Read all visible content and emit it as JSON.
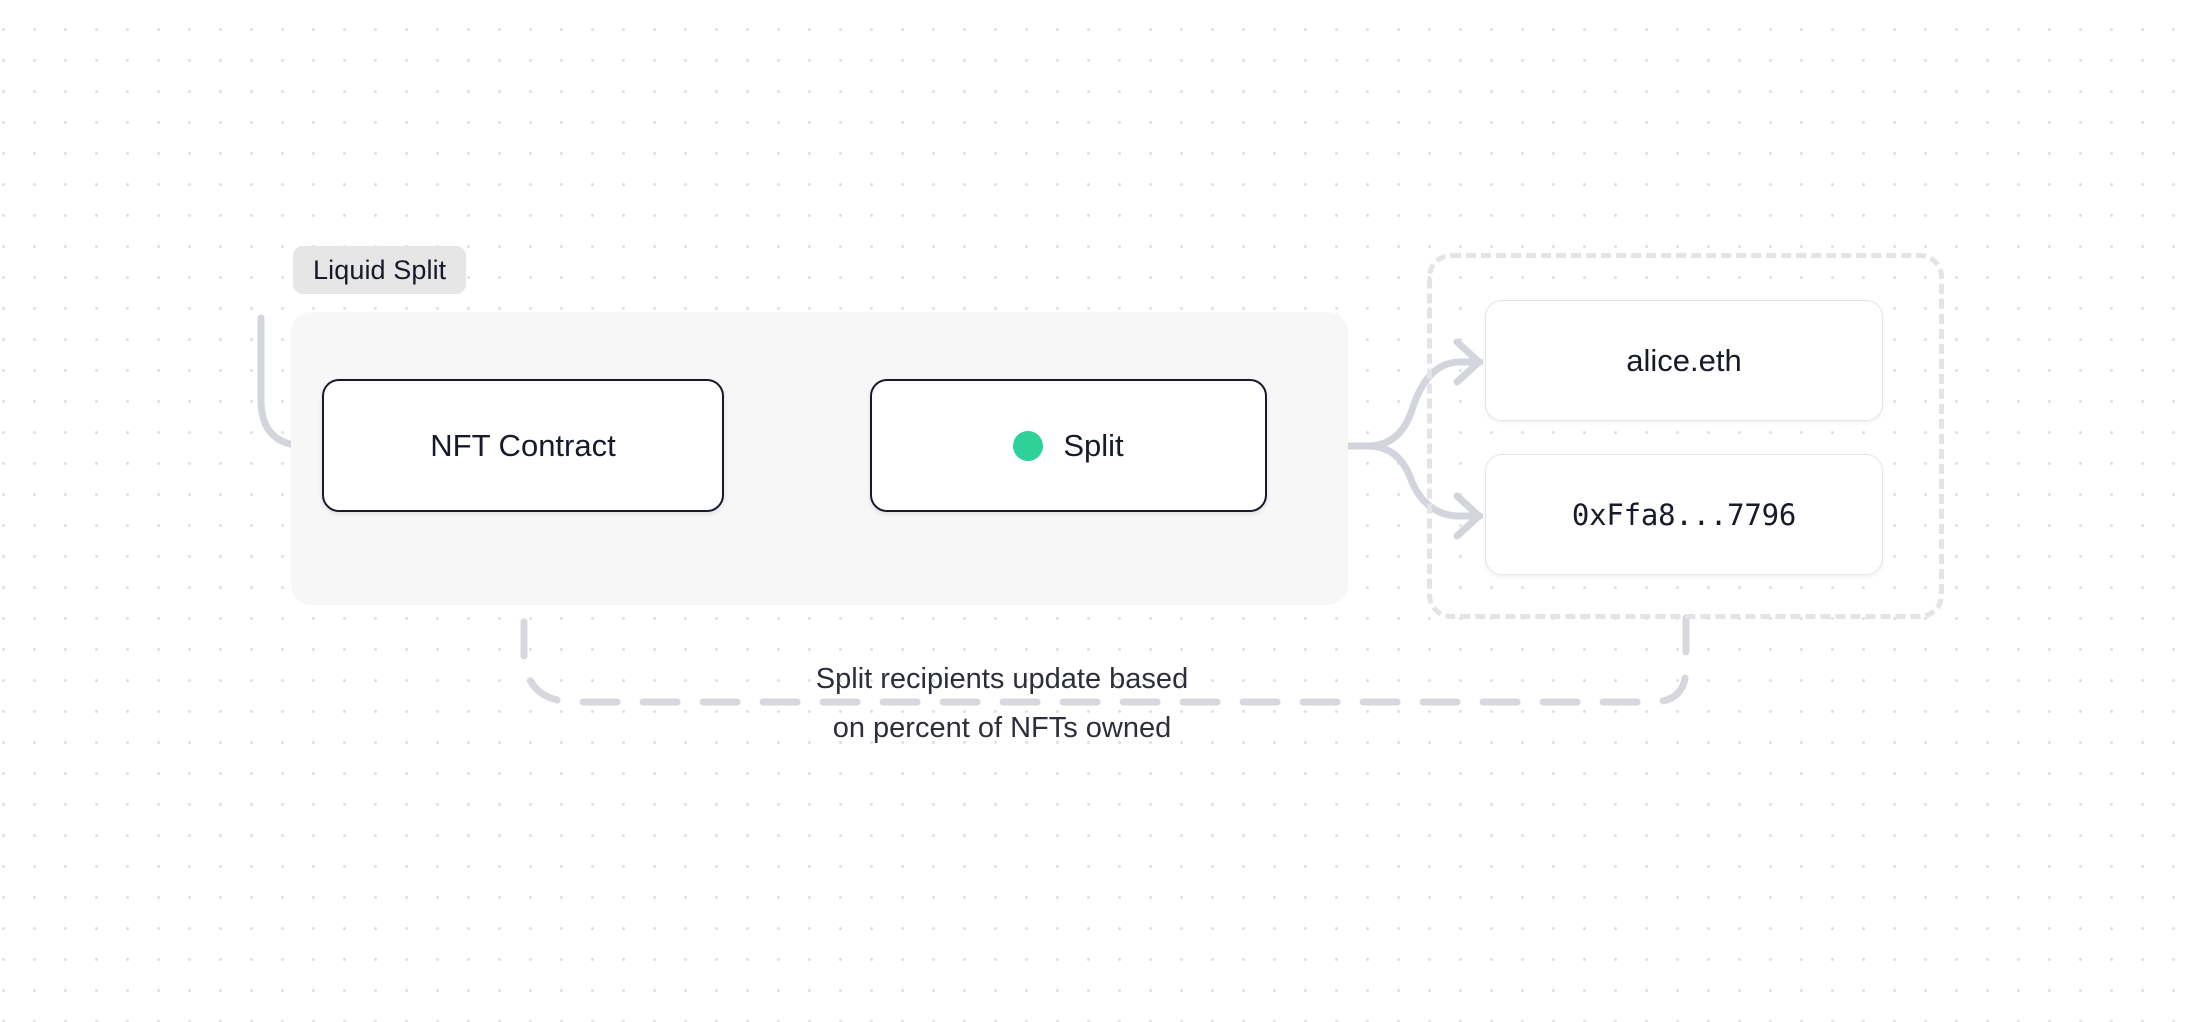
{
  "diagram": {
    "title": "Liquid Split",
    "group": {
      "label": "Liquid Split"
    },
    "nodes": [
      {
        "id": "nft-contract",
        "label": "NFT Contract",
        "type": "contract"
      },
      {
        "id": "split",
        "label": "Split",
        "type": "split",
        "status_icon": "green-dot",
        "status_color": "#2ed197"
      }
    ],
    "recipients": {
      "frame_style": "dashed",
      "items": [
        {
          "id": "recipient-alice",
          "label": "alice.eth",
          "format": "ens"
        },
        {
          "id": "recipient-0xffa8",
          "label": "0xFfa8...7796",
          "format": "address"
        }
      ]
    },
    "caption": {
      "line1": "Split recipients update based",
      "line2": "on percent of NFTs owned"
    },
    "edges": [
      {
        "id": "edge-in-nft",
        "from": "external",
        "to": "nft-contract",
        "style": "solid",
        "arrow": true
      },
      {
        "id": "edge-nft-split",
        "from": "nft-contract",
        "to": "split",
        "style": "solid",
        "arrow": true
      },
      {
        "id": "edge-split-alice",
        "from": "split",
        "to": "recipient-alice",
        "style": "solid",
        "arrow": true
      },
      {
        "id": "edge-split-0xffa8",
        "from": "split",
        "to": "recipient-0xffa8",
        "style": "solid",
        "arrow": true
      },
      {
        "id": "edge-feedback",
        "from": "recipients",
        "to": "nft-contract",
        "style": "dashed",
        "arrow": false
      }
    ],
    "colors": {
      "node_border": "#161a29",
      "edge": "#d2d5dc",
      "dashed_frame": "#e3e4e7",
      "group_panel": "#f7f7f8",
      "group_label_bg": "#e6e6e7",
      "status_green": "#2ed197",
      "grid_dot": "#e2e2e4"
    }
  }
}
